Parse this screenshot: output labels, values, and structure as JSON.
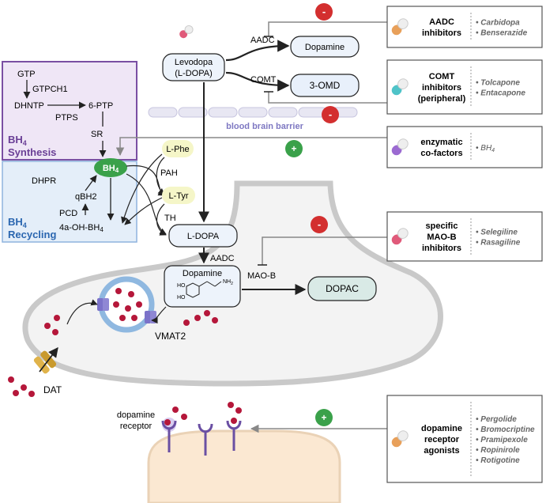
{
  "levodopa": {
    "line1": "Levodopa",
    "line2": "(L-DOPA)"
  },
  "aadc_top": "AADC",
  "comt_label": "COMT",
  "dopamine_top": "Dopamine",
  "omd": "3-OMD",
  "bbb": "blood brain barrier",
  "synthesis": {
    "gtp": "GTP",
    "gtpch1": "GTPCH1",
    "dhntp": "DHNTP",
    "ptps": "PTPS",
    "ptp6": "6-PTP",
    "sr": "SR",
    "title1": "BH",
    "title1_sub": "4",
    "title2": "Synthesis"
  },
  "recycling": {
    "bh4": "BH",
    "bh4_sub": "4",
    "dhpr": "DHPR",
    "qbh2": "qBH2",
    "pcd": "PCD",
    "oh_bh4": "4a-OH-BH",
    "oh_bh4_sub": "4",
    "title1": "BH",
    "title1_sub": "4",
    "title2": "Recycling"
  },
  "neuron": {
    "lphe": "L-Phe",
    "pah": "PAH",
    "ltyr": "L-Tyr",
    "th": "TH",
    "ldopa": "L-DOPA",
    "aadc": "AADC",
    "dopamine": "Dopamine",
    "oh1": "HO",
    "oh2": "HO",
    "nh2": "NH",
    "nh2_sub": "2",
    "maob": "MAO-B",
    "dopac": "DOPAC",
    "vmat2": "VMAT2",
    "dat": "DAT"
  },
  "receptor_label": {
    "line1": "dopamine",
    "line2": "receptor"
  },
  "signs": {
    "minus": "-",
    "plus": "+"
  },
  "drugs": [
    {
      "name_lines": [
        "AADC",
        "inhibitors"
      ],
      "items": [
        "Carbidopa",
        "Benserazide"
      ],
      "pill_color": "#e8a05a"
    },
    {
      "name_lines": [
        "COMT",
        "inhibitors",
        "(peripheral)"
      ],
      "items": [
        "Tolcapone",
        "Entacapone"
      ],
      "pill_color": "#4fc3c8"
    },
    {
      "name_lines": [
        "enzymatic",
        "co-factors"
      ],
      "items": [
        "BH",
        "4"
      ],
      "pill_color": "#9b6ad1"
    },
    {
      "name_lines": [
        "specific",
        "MAO-B",
        "inhibitors"
      ],
      "items": [
        "Selegiline",
        "Rasagiline"
      ],
      "pill_color": "#e05a7a"
    },
    {
      "name_lines": [
        "dopamine",
        "receptor",
        "agonists"
      ],
      "items": [
        "Pergolide",
        "Bromocriptine",
        "Pramipexole",
        "Ropinirole",
        "Rotigotine"
      ],
      "pill_color": "#e8a05a"
    }
  ],
  "colors": {
    "synthesis_fill": "#efe6f6",
    "synthesis_border": "#7a4fa3",
    "recycling_fill": "#e4eef9",
    "recycling_border": "#8fb3de",
    "bh4_green": "#3aa14a",
    "minus_red": "#d32f2f",
    "plus_green": "#3aa14a",
    "enzyme_box": "#f5f6c8",
    "vesicle": "#8fb8e0",
    "dopamine_dot": "#b5173a"
  }
}
